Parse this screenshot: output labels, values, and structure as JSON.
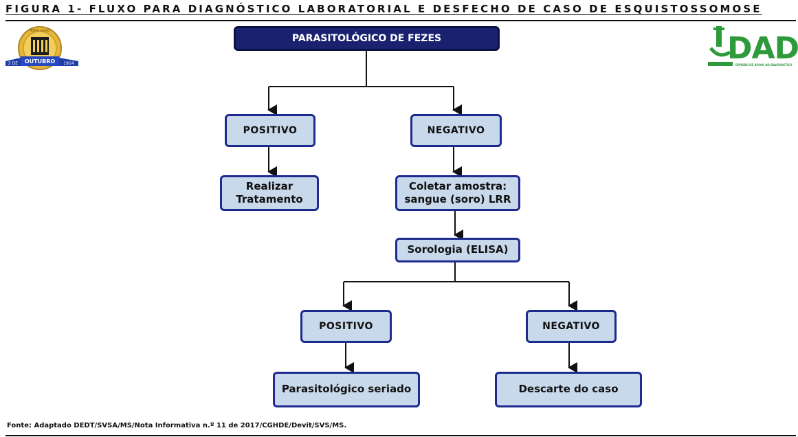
{
  "title": "FIGURA 1- FLUXO PARA DIAGNÓSTICO LABORATORIAL E DESFECHO DE CASO DE ESQUISTOSSOMOSE",
  "logos": {
    "left": {
      "banner_left": "2 DE",
      "banner_center": "OUTUBRO",
      "banner_right": "1914",
      "top_text": "PORTO VELHO"
    },
    "right": {
      "text": "DAD",
      "subtitle": "DIVISÃO DE APOIO AO DIAGNÓSTICO"
    }
  },
  "diagram": {
    "root": "PARASITOLÓGICO DE FEZES",
    "positivo_1": "POSITIVO",
    "negativo_1": "NEGATIVO",
    "tratamento": "Realizar\nTratamento",
    "coletar": "Coletar amostra:\nsangue (soro) LRR",
    "sorologia": "Sorologia (ELISA)",
    "positivo_2": "POSITIVO",
    "negativo_2": "NEGATIVO",
    "seriado": "Parasitológico seriado",
    "descarte": "Descarte do caso"
  },
  "source": "Fonte: Adaptado DEDT/SVSA/MS/Nota Informativa n.º 11 de 2017/CGHDE/Devit/SVS/MS.",
  "colors": {
    "box_fill": "#c9d9ec",
    "box_border": "#1d2a8f",
    "root_fill": "#1a2270",
    "logo_green": "#2e9a3b",
    "seal_gold": "#e0b233"
  }
}
